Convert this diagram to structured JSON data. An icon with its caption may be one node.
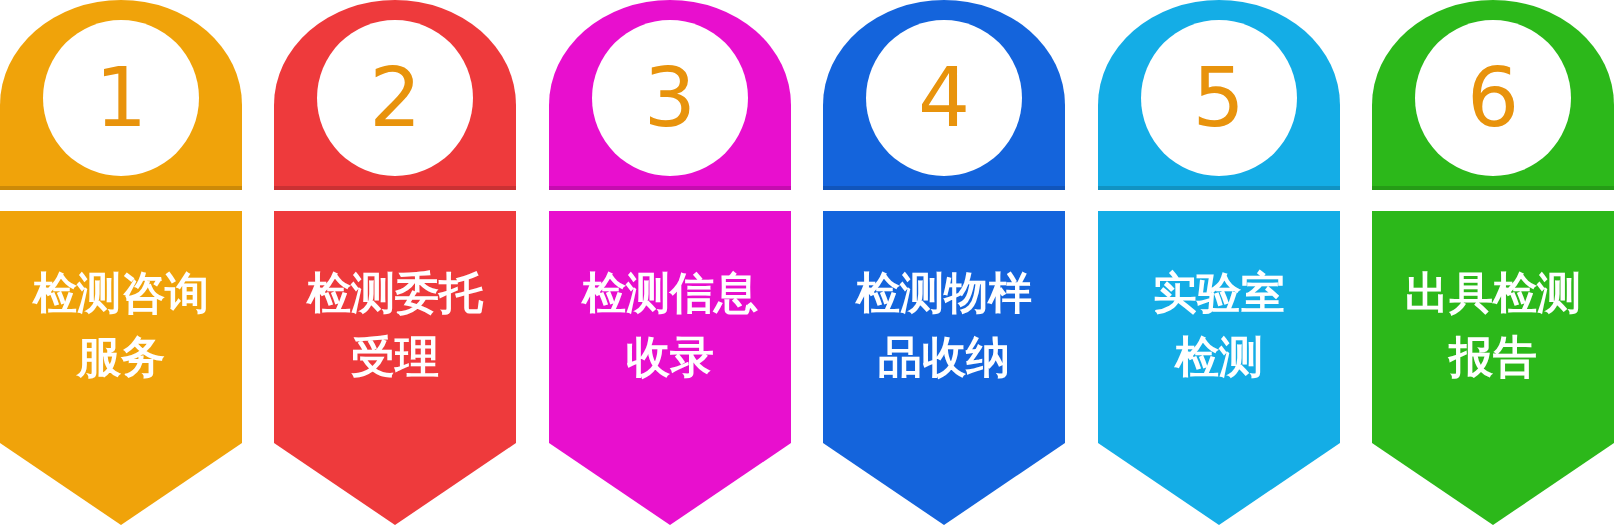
{
  "diagram": {
    "nodes": [
      {
        "text": [
          "1"
        ]
      },
      {
        "text": [
          "检测咨询服务"
        ]
      },
      {
        "text": [
          "2"
        ]
      },
      {
        "text": [
          "检测委托受理"
        ]
      },
      {
        "text": [
          "3"
        ]
      },
      {
        "text": [
          "检测信息收录"
        ]
      },
      {
        "text": [
          "4"
        ]
      },
      {
        "text": [
          "检测物样品收纳"
        ]
      },
      {
        "text": [
          "5"
        ]
      },
      {
        "text": [
          "实验室检测"
        ]
      },
      {
        "text": [
          "6"
        ]
      },
      {
        "text": [
          "出具检测报告"
        ]
      }
    ]
  }
}
